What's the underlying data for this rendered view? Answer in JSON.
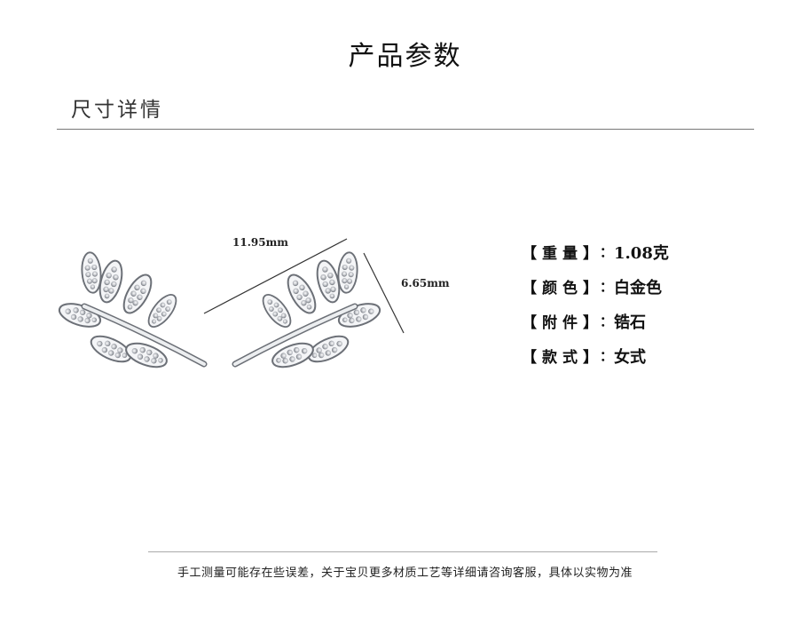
{
  "header": {
    "title": "产品参数",
    "section": "尺寸详情"
  },
  "dimensions": {
    "width": "11.95mm",
    "height": "6.65mm"
  },
  "specs": [
    {
      "label": "【重量】",
      "colon": "：",
      "value": "1.08克"
    },
    {
      "label": "【颜色】",
      "colon": "：",
      "value": "白金色"
    },
    {
      "label": "【附件】",
      "colon": "：",
      "value": "锆石"
    },
    {
      "label": "【款式】",
      "colon": "：",
      "value": "女式"
    }
  ],
  "footer": {
    "disclaimer": "手工测量可能存在些误差，关于宝贝更多材质工艺等详细请咨询客服，具体以实物为准"
  },
  "colors": {
    "text": "#111111",
    "rule": "#777777",
    "metal": "#c9ccd1"
  },
  "icons": [
    "leaf-earring-left",
    "leaf-earring-right"
  ]
}
